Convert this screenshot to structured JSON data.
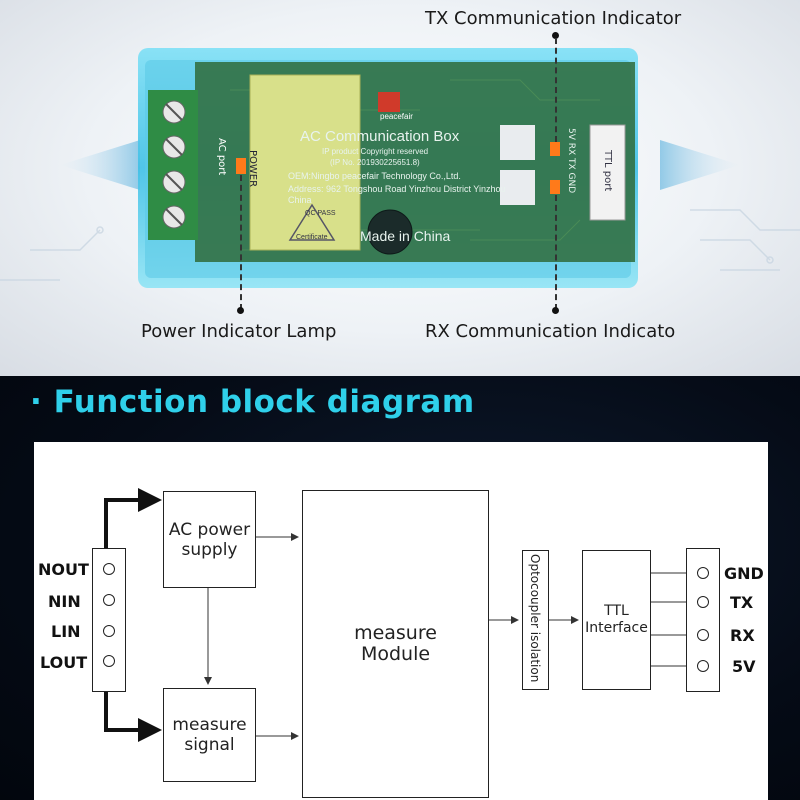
{
  "photo": {
    "callouts": {
      "tx": "TX Communication Indicator",
      "rx": "RX Communication Indicato",
      "power": "Power Indicator Lamp"
    },
    "board": {
      "title": "AC Communication Box",
      "copyright": "IP product Copyright reserved",
      "ip_no": "(IP No. 201930225651.8)",
      "oem": "OEM:Ningbo peacefair Technology Co.,Ltd.",
      "address": "Address: 962 Tongshou Road Yinzhou District Yinzhou China",
      "made_in": "Made in China",
      "brand": "peacefair",
      "qc": "QC PASS",
      "certificate": "Certificate",
      "ac_port": "AC port",
      "power": "POWER",
      "ttl_port": "TTL port",
      "pins": "5V RX TX GND"
    },
    "colors": {
      "board_blue": "#49c6e8",
      "pcb_green": "#2f6b3a",
      "relay_yellow": "#d8e08a"
    }
  },
  "diagram": {
    "title": "· Function block diagram",
    "left_terminals": [
      "NOUT",
      "NIN",
      "LIN",
      "LOUT"
    ],
    "ac_power_supply": "AC power\nsupply",
    "measure_signal": "measure\nsignal",
    "measure_module": "measure\nModule",
    "optocoupler": "Optocoupler isolation",
    "ttl": "TTL",
    "interface": "Interface",
    "right_terminals": [
      "GND",
      "TX",
      "RX",
      "5V"
    ],
    "colors": {
      "title": "#2fd0ea",
      "line": "#333333"
    }
  }
}
